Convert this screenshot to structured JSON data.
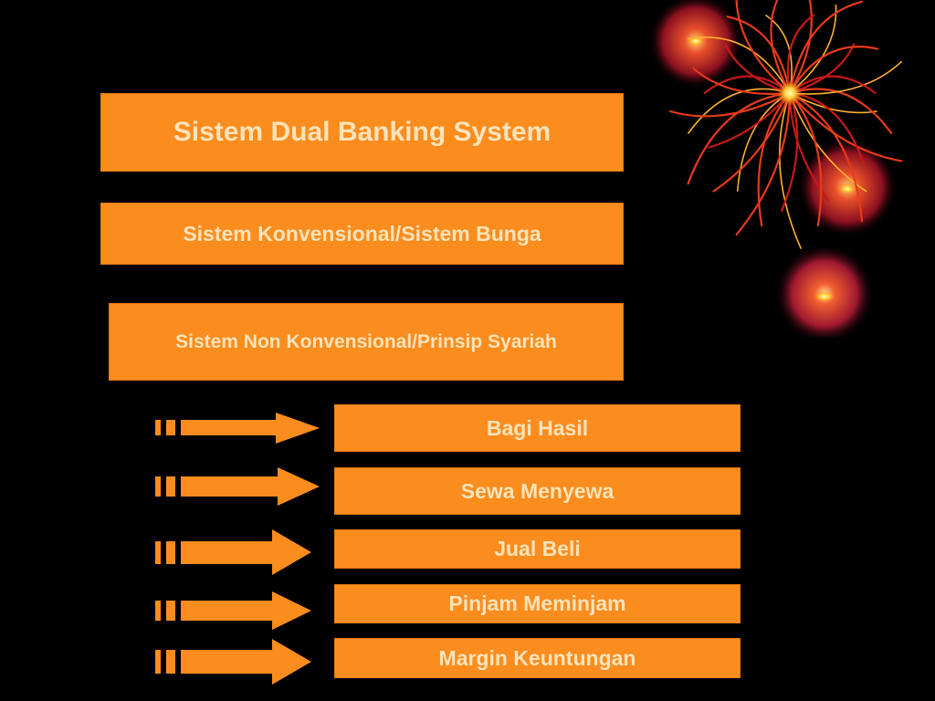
{
  "slide": {
    "title": "Sistem Dual Banking System",
    "subtitle_conventional": "Sistem Konvensional/Sistem Bunga",
    "subtitle_nonconventional": "Sistem Non Konvensional/Prinsip Syariah",
    "principles": [
      "Bagi Hasil",
      "Sewa Menyewa",
      "Jual Beli",
      "Pinjam Meminjam",
      "Margin Keuntungan"
    ]
  },
  "colors": {
    "background": "#000000",
    "box_fill": "#fb8c1e",
    "box_text": "#fde3b8",
    "arrow_fill": "#fb8c1e"
  },
  "decoration": {
    "icon": "firework-icon"
  }
}
